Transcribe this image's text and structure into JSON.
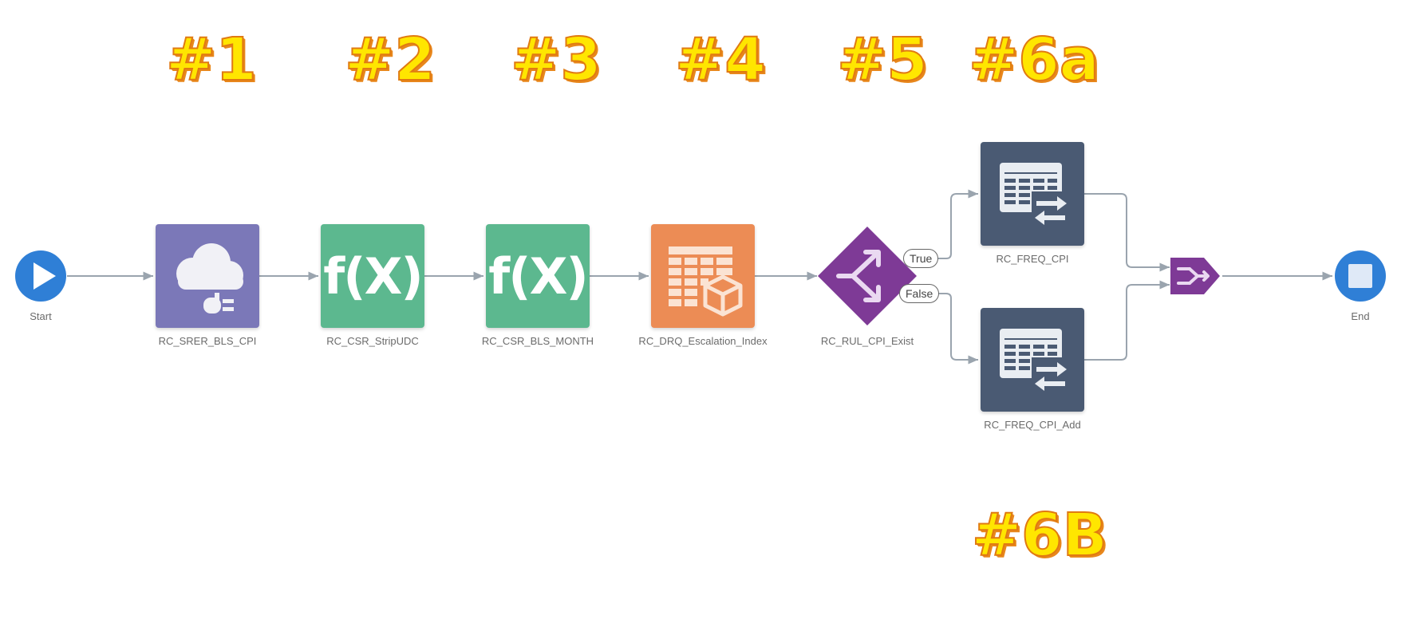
{
  "step_numbers": {
    "n1": "#1",
    "n2": "#2",
    "n3": "#3",
    "n4": "#4",
    "n5": "#5",
    "n6a": "#6a",
    "n6b": "#6B"
  },
  "nodes": {
    "start": "Start",
    "end": "End",
    "source": "RC_SRER_BLS_CPI",
    "strip": "RC_CSR_StripUDC",
    "month": "RC_CSR_BLS_MONTH",
    "escalation": "RC_DRQ_Escalation_Index",
    "rule": "RC_RUL_CPI_Exist",
    "freq": "RC_FREQ_CPI",
    "freq_add": "RC_FREQ_CPI_Add"
  },
  "function_tiles": {
    "strip_symbol": "f(X)",
    "month_symbol": "f(X)"
  },
  "branches": {
    "true_label": "True",
    "false_label": "False"
  },
  "icons": {
    "start": "play-icon",
    "end": "stop-icon",
    "source": "cloud-plug-icon",
    "escalation": "table-cube-icon",
    "rule": "decision-diamond-icon",
    "freq": "table-sync-icon",
    "merge": "merge-icon"
  },
  "colors": {
    "step_number_fill": "#ffe600",
    "step_number_outline": "#e07a12",
    "start_end": "#2f7fd6",
    "source_tile": "#7b78b8",
    "function_tile": "#5cb88f",
    "escalation_tile": "#ec8c55",
    "rule_diamond": "#7e3a96",
    "freq_tile": "#4a5a73",
    "connector": "#9aa4ae",
    "label_text": "#6b6b6b"
  }
}
